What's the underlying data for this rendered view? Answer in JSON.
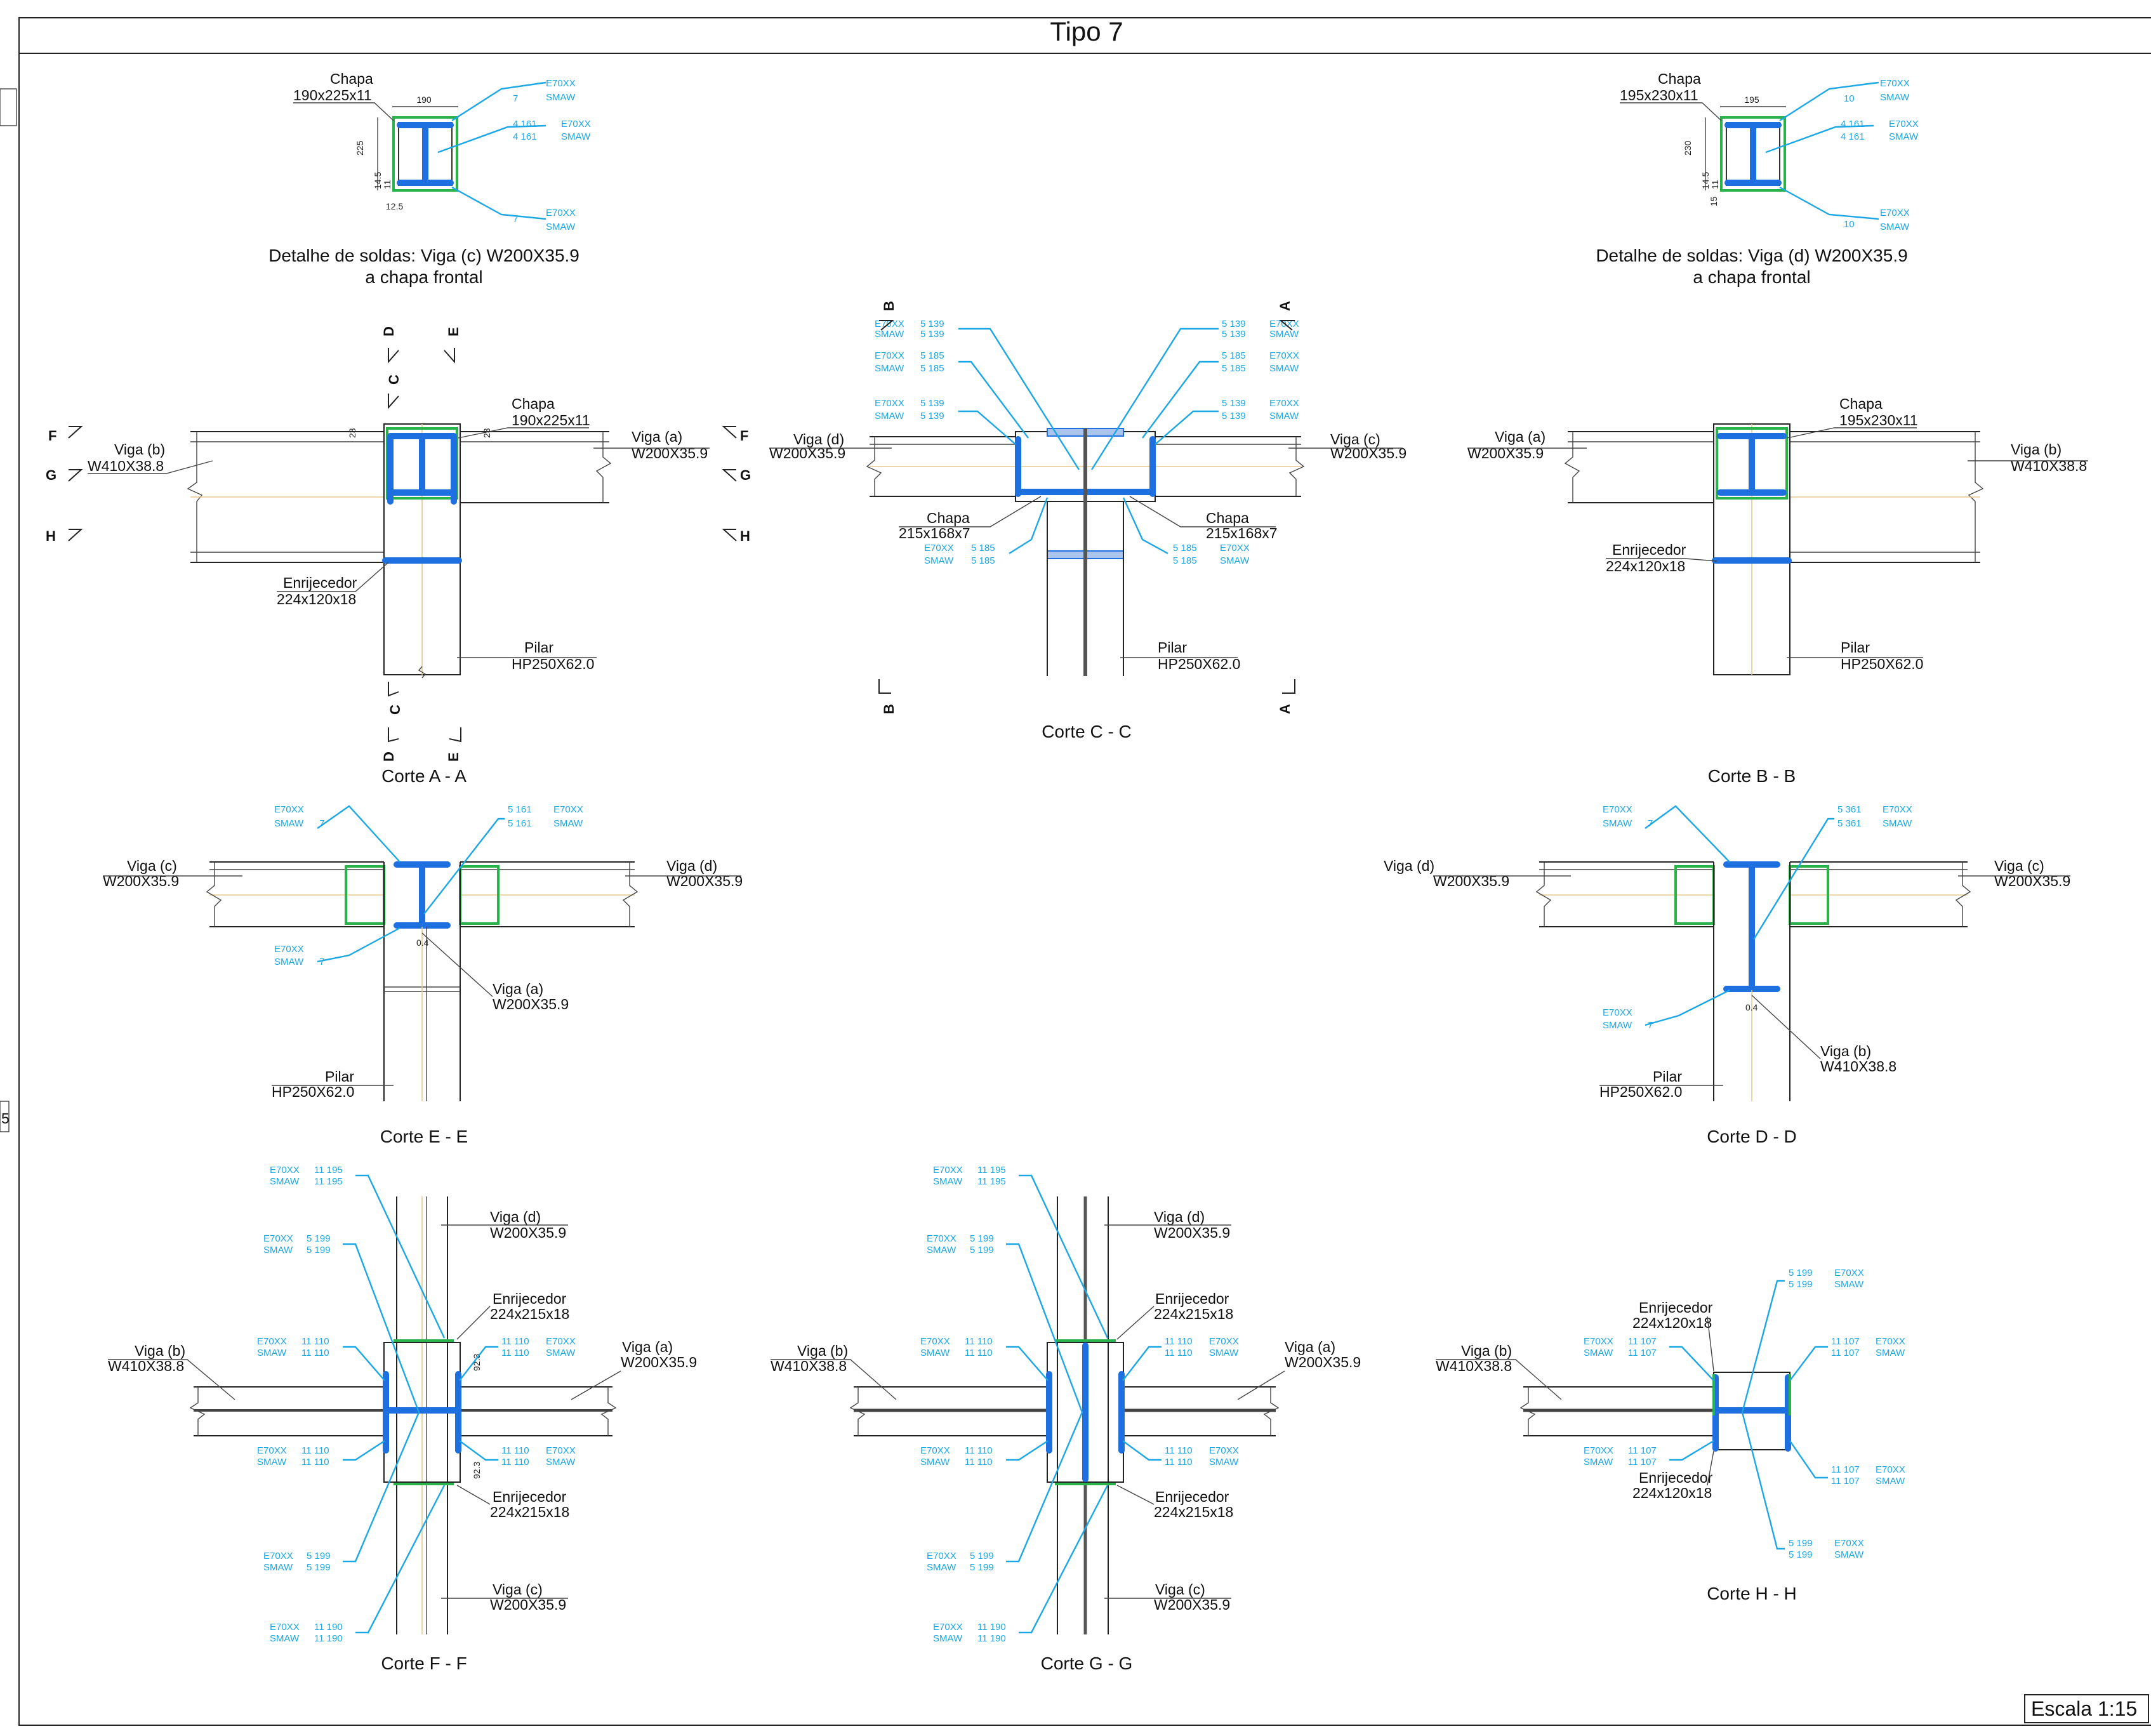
{
  "sheet": {
    "title": "Tipo 7",
    "scale": "Escala 1:15",
    "edge_mark": "5"
  },
  "weld": {
    "electrode": "E70XX",
    "process": "SMAW"
  },
  "details": [
    {
      "caption_line1": "Detalhe de soldas: Viga (c) W200X35.9",
      "caption_line2": "a chapa frontal",
      "plate_label": "Chapa",
      "plate_size": "190x225x11",
      "width": "190",
      "height": "225",
      "dims": [
        "14.5",
        "11",
        "12.5"
      ],
      "welds": [
        "7",
        "4  161",
        "4  161",
        "7"
      ]
    },
    {
      "caption_line1": "Detalhe de soldas: Viga (d) W200X35.9",
      "caption_line2": "a chapa frontal",
      "plate_label": "Chapa",
      "plate_size": "195x230x11",
      "width": "195",
      "height": "230",
      "dims": [
        "14.5",
        "11",
        "15"
      ],
      "welds": [
        "10",
        "4  161",
        "4  161",
        "10"
      ]
    }
  ],
  "sections": {
    "AA": {
      "caption": "Corte A - A",
      "viga_b": "Viga (b)",
      "viga_b_size": "W410X38.8",
      "viga_a": "Viga (a)",
      "viga_a_size": "W200X35.9",
      "chapa": "Chapa",
      "chapa_size": "190x225x11",
      "enr": "Enrijecedor",
      "enr_size": "224x120x18",
      "pilar": "Pilar",
      "pilar_size": "HP250X62.0",
      "dim": "23",
      "cuts": {
        "F": "F",
        "G": "G",
        "H": "H",
        "C": "C",
        "D": "D",
        "E": "E"
      }
    },
    "CC": {
      "caption": "Corte C - C",
      "viga_d": "Viga (d)",
      "viga_d_size": "W200X35.9",
      "viga_c": "Viga (c)",
      "viga_c_size": "W200X35.9",
      "chapa": "Chapa",
      "chapa_size": "215x168x7",
      "pilar": "Pilar",
      "pilar_size": "HP250X62.0",
      "welds": [
        "5  139",
        "5  185",
        "5  139",
        "5  185"
      ],
      "cuts": {
        "A": "A",
        "B": "B"
      }
    },
    "BB": {
      "caption": "Corte B - B",
      "viga_a": "Viga (a)",
      "viga_a_size": "W200X35.9",
      "viga_b": "Viga (b)",
      "viga_b_size": "W410X38.8",
      "chapa": "Chapa",
      "chapa_size": "195x230x11",
      "enr": "Enrijecedor",
      "enr_size": "224x120x18",
      "pilar": "Pilar",
      "pilar_size": "HP250X62.0"
    },
    "EE": {
      "caption": "Corte E - E",
      "viga_c": "Viga (c)",
      "viga_c_size": "W200X35.9",
      "viga_d": "Viga (d)",
      "viga_d_size": "W200X35.9",
      "viga_a": "Viga (a)",
      "viga_a_size": "W200X35.9",
      "pilar": "Pilar",
      "pilar_size": "HP250X62.0",
      "weld_flange": "7",
      "weld_web": "5  161",
      "gap": "0.4"
    },
    "DD": {
      "caption": "Corte D - D",
      "viga_d": "Viga (d)",
      "viga_d_size": "W200X35.9",
      "viga_c": "Viga (c)",
      "viga_c_size": "W200X35.9",
      "viga_b": "Viga (b)",
      "viga_b_size": "W410X38.8",
      "pilar": "Pilar",
      "pilar_size": "HP250X62.0",
      "weld_flange": "7",
      "weld_web": "5  361",
      "gap": "0.4"
    },
    "FF": {
      "caption": "Corte F - F",
      "viga_d": "Viga (d)",
      "viga_d_size": "W200X35.9",
      "viga_b": "Viga (b)",
      "viga_b_size": "W410X38.8",
      "viga_a": "Viga (a)",
      "viga_a_size": "W200X35.9",
      "viga_c": "Viga (c)",
      "viga_c_size": "W200X35.9",
      "enr": "Enrijecedor",
      "enr_size": "224x215x18",
      "welds": [
        "11  195",
        "5  199",
        "11  110",
        "11  110",
        "5  199",
        "11  190"
      ],
      "dim": "92.3"
    },
    "GG": {
      "caption": "Corte G - G",
      "viga_d": "Viga (d)",
      "viga_d_size": "W200X35.9",
      "viga_b": "Viga (b)",
      "viga_b_size": "W410X38.8",
      "viga_a": "Viga (a)",
      "viga_a_size": "W200X35.9",
      "viga_c": "Viga (c)",
      "viga_c_size": "W200X35.9",
      "enr": "Enrijecedor",
      "enr_size": "224x215x18",
      "welds": [
        "11  195",
        "5  199",
        "11  110",
        "11  110",
        "5  199",
        "11  190"
      ]
    },
    "HH": {
      "caption": "Corte H - H",
      "viga_b": "Viga (b)",
      "viga_b_size": "W410X38.8",
      "enr": "Enrijecedor",
      "enr_size": "224x120x18",
      "welds": [
        "5  199",
        "11  107",
        "11  107",
        "5  199"
      ]
    }
  }
}
